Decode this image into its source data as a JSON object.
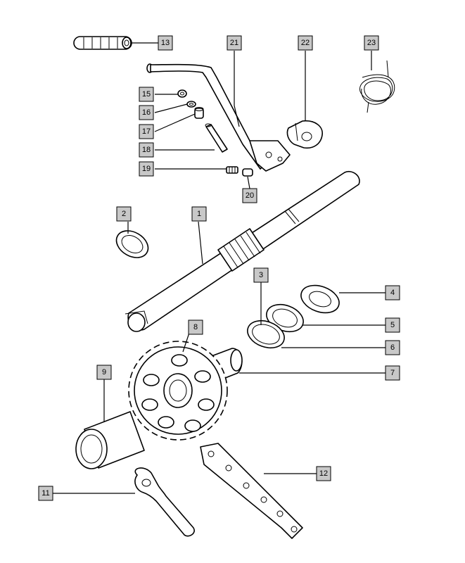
{
  "callouts": [
    "1",
    "2",
    "3",
    "4",
    "5",
    "6",
    "7",
    "8",
    "9",
    "11",
    "12",
    "13",
    "15",
    "16",
    "17",
    "18",
    "19",
    "20",
    "21",
    "22",
    "23"
  ]
}
